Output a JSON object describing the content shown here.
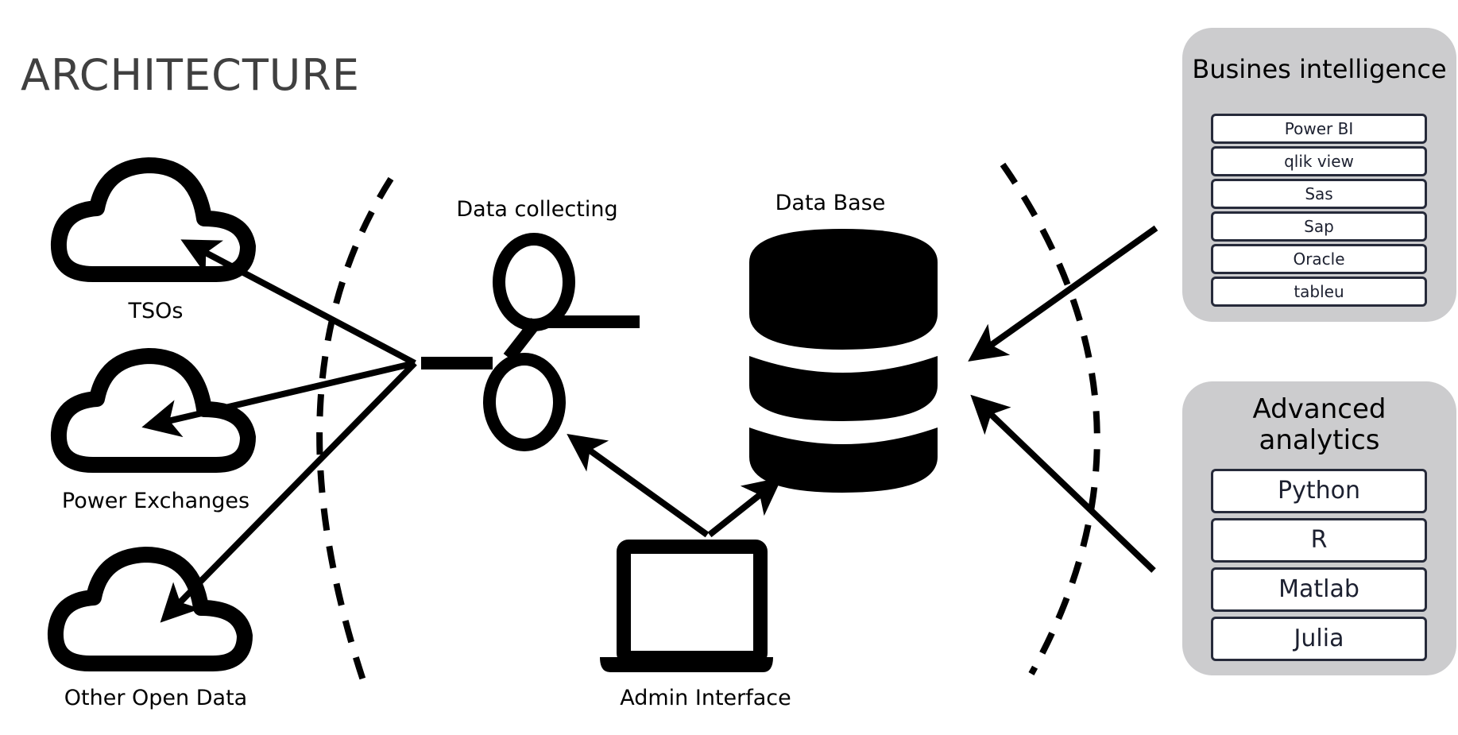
{
  "title": "ARCHITECTURE",
  "sources": [
    {
      "label": "TSOs",
      "icon": "cloud-icon"
    },
    {
      "label": "Power Exchanges",
      "icon": "cloud-icon"
    },
    {
      "label": "Other Open Data",
      "icon": "cloud-icon"
    }
  ],
  "data_collecting": {
    "label": "Data collecting",
    "icon": "data-collecting-icon"
  },
  "database": {
    "label": "Data Base",
    "icon": "database-icon"
  },
  "admin": {
    "label": "Admin Interface",
    "icon": "laptop-icon"
  },
  "business_intelligence": {
    "title": "Busines intelligence",
    "items": [
      "Power BI",
      "qlik view",
      "Sas",
      "Sap",
      "Oracle",
      "tableu"
    ]
  },
  "advanced_analytics": {
    "title_line1": "Advanced",
    "title_line2": "analytics",
    "items": [
      "Python",
      "R",
      "Matlab",
      "Julia"
    ]
  },
  "colors": {
    "panel_bg": "#ccccce",
    "item_border": "#262a3a",
    "title": "#404040"
  }
}
